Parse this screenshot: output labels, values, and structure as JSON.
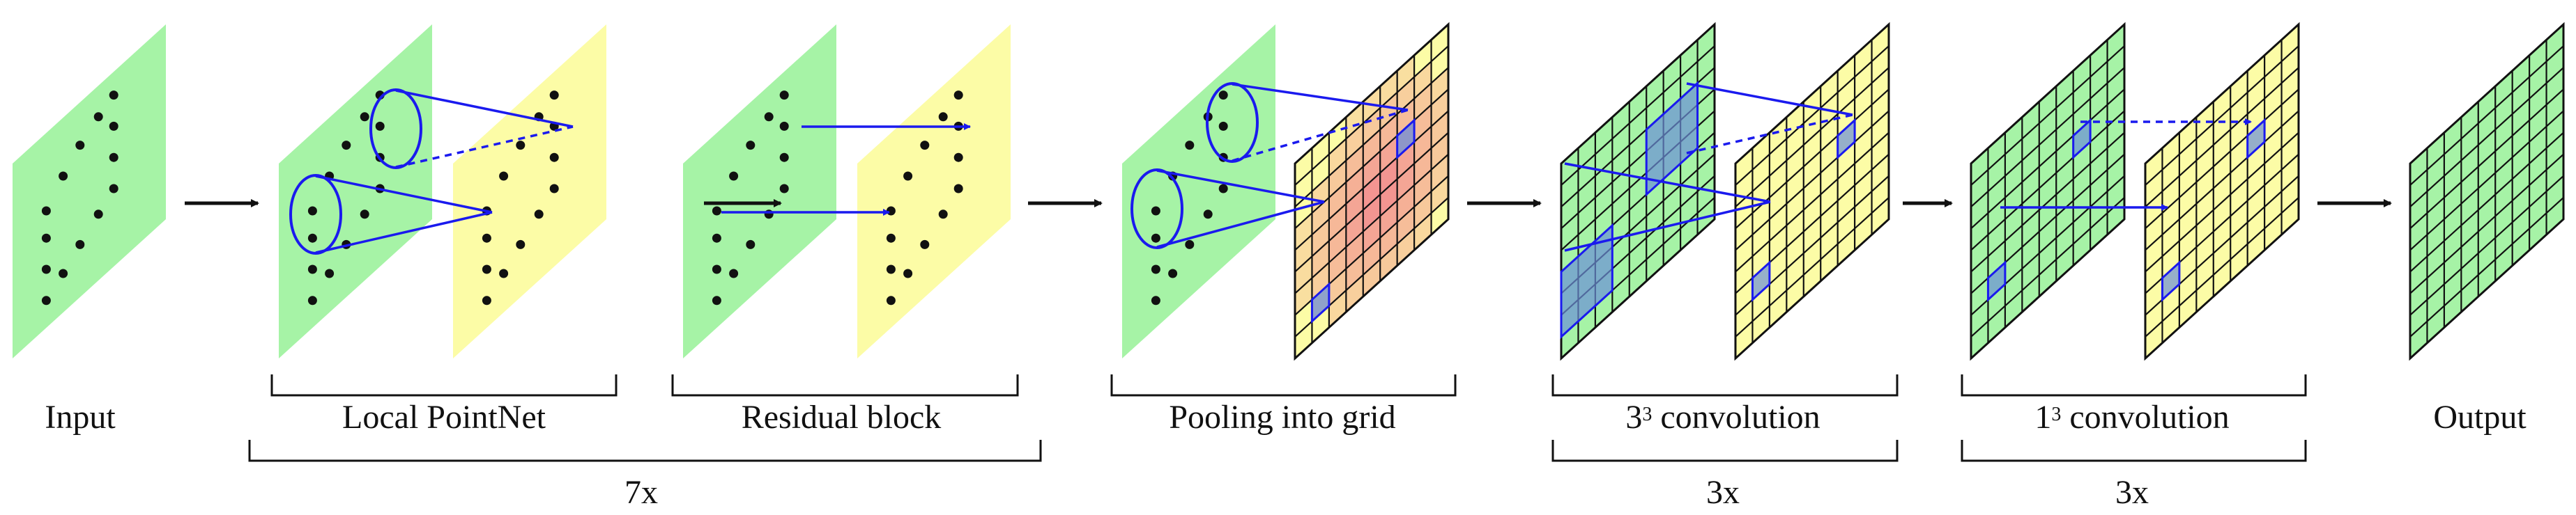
{
  "stages": [
    {
      "label": "Input"
    },
    {
      "label": "Local PointNet"
    },
    {
      "label": "Residual block"
    },
    {
      "label": "Pooling into grid"
    },
    {
      "label_base": "3",
      "label_sup": "3",
      "label_text": " convolution"
    },
    {
      "label_base": "1",
      "label_sup": "3",
      "label_text": " convolution"
    },
    {
      "label": "Output"
    }
  ],
  "repeats": {
    "pointnet_residual": "7x",
    "conv3": "3x",
    "conv1": "3x"
  },
  "colors": {
    "input_plane": "#a6f3a6",
    "feature_plane": "#fcfca6",
    "pooled_hot": "#f07a8c",
    "highlight": "#6b8fd8",
    "arrow": "#1a1aee",
    "point": "#111111"
  }
}
